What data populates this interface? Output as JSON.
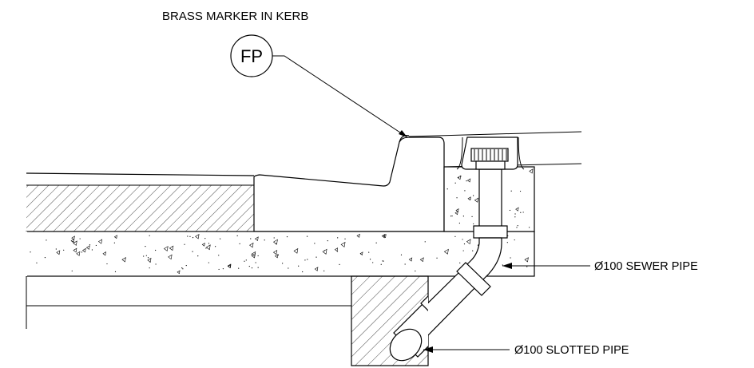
{
  "labels": {
    "marker_note": "BRASS MARKER IN KERB",
    "marker_tag": "FP",
    "sewer_pipe": "Ø100 SEWER PIPE",
    "slotted_pipe": "Ø100 SLOTTED PIPE"
  },
  "colors": {
    "line": "#000000",
    "background": "#ffffff"
  }
}
